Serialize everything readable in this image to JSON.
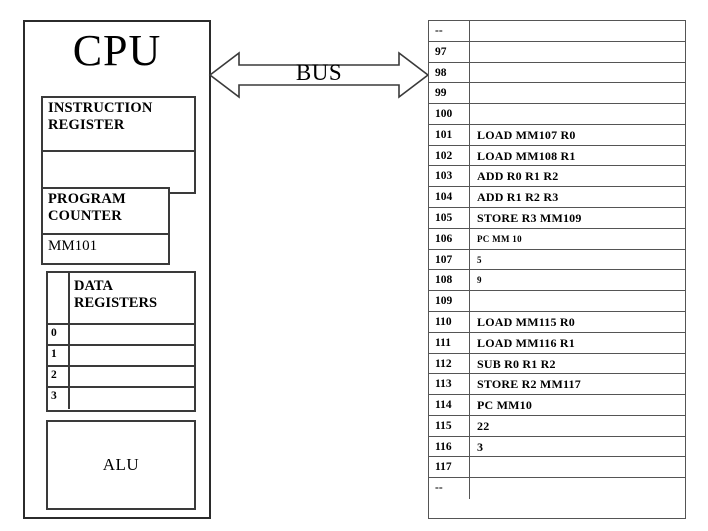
{
  "diagram": {
    "title": "CPU and Memory Bus Diagram",
    "cpu": {
      "title": "CPU",
      "instruction_register": {
        "label": "INSTRUCTION REGISTER",
        "value": ""
      },
      "program_counter": {
        "label": "PROGRAM COUNTER",
        "value": "MM101"
      },
      "data_registers": {
        "header_index": "",
        "header_label": "DATA REGISTERS",
        "rows": [
          {
            "index": "0",
            "value": ""
          },
          {
            "index": "1",
            "value": ""
          },
          {
            "index": "2",
            "value": ""
          },
          {
            "index": "3",
            "value": ""
          }
        ]
      },
      "alu": {
        "label": "ALU"
      }
    },
    "bus": {
      "label": "BUS",
      "icon": "double-headed-arrow-icon"
    },
    "memory": {
      "rows": [
        {
          "address": "--",
          "value": "",
          "small": false
        },
        {
          "address": "97",
          "value": "",
          "small": false
        },
        {
          "address": "98",
          "value": "",
          "small": false
        },
        {
          "address": "99",
          "value": "",
          "small": false
        },
        {
          "address": "100",
          "value": "",
          "small": false
        },
        {
          "address": "101",
          "value": "LOAD MM107 R0",
          "small": false
        },
        {
          "address": "102",
          "value": "LOAD MM108 R1",
          "small": false
        },
        {
          "address": "103",
          "value": "ADD R0 R1 R2",
          "small": false
        },
        {
          "address": "104",
          "value": "ADD R1 R2 R3",
          "small": false
        },
        {
          "address": "105",
          "value": "STORE R3  MM109",
          "small": false
        },
        {
          "address": "106",
          "value": "PC MM 10",
          "small": true
        },
        {
          "address": "107",
          "value": "5",
          "small": true
        },
        {
          "address": "108",
          "value": "9",
          "small": true
        },
        {
          "address": "109",
          "value": "",
          "small": false
        },
        {
          "address": "110",
          "value": "LOAD MM115 R0",
          "small": false
        },
        {
          "address": "111",
          "value": "LOAD MM116 R1",
          "small": false
        },
        {
          "address": "112",
          "value": "SUB R0 R1 R2",
          "small": false
        },
        {
          "address": "113",
          "value": "STORE R2  MM117",
          "small": false
        },
        {
          "address": "114",
          "value": "PC MM10",
          "small": false
        },
        {
          "address": "115",
          "value": "22",
          "small": false
        },
        {
          "address": "116",
          "value": "3",
          "small": false
        },
        {
          "address": "117",
          "value": "",
          "small": false
        },
        {
          "address": "--",
          "value": "",
          "small": false
        }
      ]
    },
    "colors": {
      "stroke": "#2b2b2b",
      "table_stroke": "#555555",
      "background": "#ffffff"
    }
  }
}
